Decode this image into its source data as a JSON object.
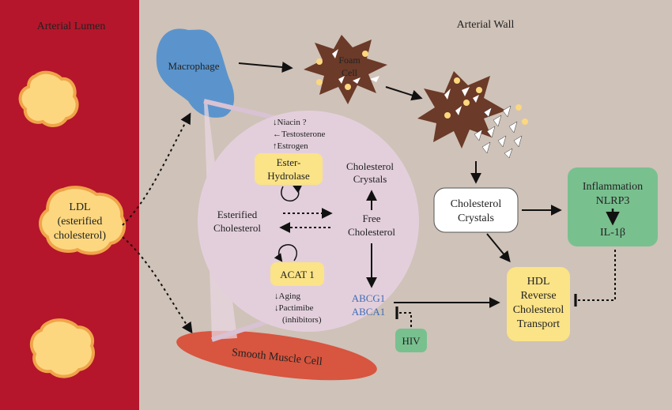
{
  "regions": {
    "lumen_label": "Arterial Lumen",
    "wall_label": "Arterial Wall"
  },
  "cells": {
    "macrophage": "Macrophage",
    "foam_cell_line1": "Foam",
    "foam_cell_line2": "Cell",
    "smooth_muscle": "Smooth Muscle Cell"
  },
  "ldl": {
    "line1": "LDL",
    "line2": "(esterified",
    "line3": "cholesterol)"
  },
  "inside_cell": {
    "regulators_top": [
      "↓Niacin ?",
      "←Testosterone",
      "↑Estrogen"
    ],
    "ester_hydrolase_line1": "Ester-",
    "ester_hydrolase_line2": "Hydrolase",
    "esterified_line1": "Esterified",
    "esterified_line2": "Cholesterol",
    "free_line1": "Free",
    "free_line2": "Cholesterol",
    "crystals_line1": "Cholesterol",
    "crystals_line2": "Crystals",
    "acat": "ACAT 1",
    "regulators_bottom": [
      "↓Aging",
      "↓Pactimibe",
      "(inhibitors)"
    ],
    "abcg1": "ABCG1",
    "abca1": "ABCA1"
  },
  "right_side": {
    "crystals_line1": "Cholesterol",
    "crystals_line2": "Crystals",
    "inflammation_line1": "Inflammation",
    "inflammation_line2": "NLRP3",
    "inflammation_line3": "IL-1β",
    "hdl_line1": "HDL",
    "hdl_line2": "Reverse",
    "hdl_line3": "Cholesterol",
    "hdl_line4": "Transport",
    "hiv": "HIV"
  },
  "colors": {
    "lumen": "#b5162b",
    "wall": "#cfc2b8",
    "ldl_fill": "#fcd77f",
    "ldl_stroke": "#f0a449",
    "macrophage": "#5b94cc",
    "foam": "#6b3a28",
    "smooth_muscle": "#d8553f",
    "cell_interior": "#e3cfdc",
    "yellow_box": "#fbe387",
    "green_box": "#79c08f",
    "transporter_text": "#3f6cb4"
  }
}
